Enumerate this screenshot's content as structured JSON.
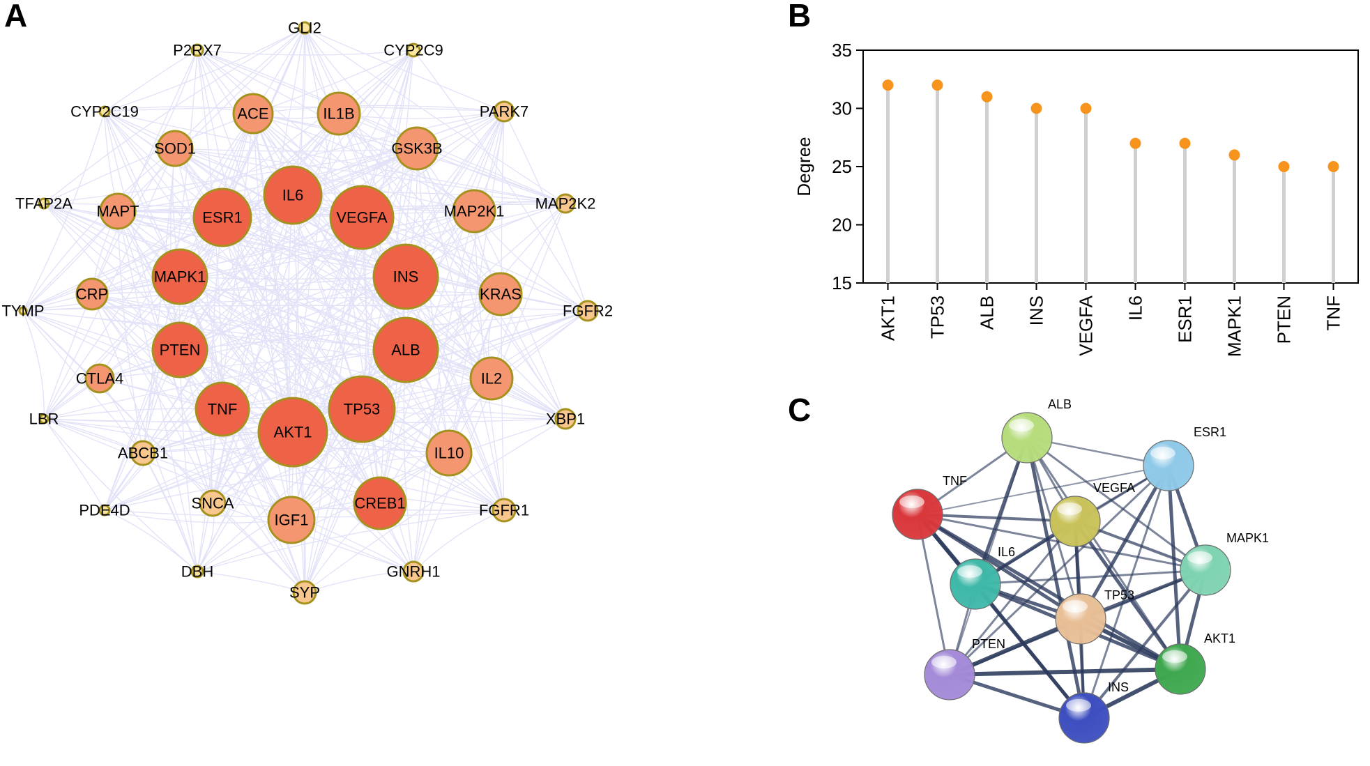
{
  "panels": {
    "a": "A",
    "b": "B",
    "c": "C"
  },
  "colors": {
    "edge": "#c9c9f3",
    "node_stroke": "#a5921e",
    "node_large": "#ee6347",
    "node_mid": "#f49670",
    "node_small": "#f8c78e",
    "node_tiny": "#fbe6a0",
    "lollipop_dot": "#f7941d",
    "lollipop_stem": "#d0d0d0",
    "string_edge": "#2c3a5c"
  },
  "network": {
    "nodes": [
      {
        "id": "GLI2",
        "label": "GLI2"
      },
      {
        "id": "P2RX7",
        "label": "P2RX7"
      },
      {
        "id": "CYP2C9",
        "label": "CYP2C9"
      },
      {
        "id": "CYP2C19",
        "label": "CYP2C19"
      },
      {
        "id": "PARK7",
        "label": "PARK7"
      },
      {
        "id": "ACE",
        "label": "ACE"
      },
      {
        "id": "IL1B",
        "label": "IL1B"
      },
      {
        "id": "SOD1",
        "label": "SOD1"
      },
      {
        "id": "GSK3B",
        "label": "GSK3B"
      },
      {
        "id": "TFAP2A",
        "label": "TFAP2A"
      },
      {
        "id": "MAPT",
        "label": "MAPT"
      },
      {
        "id": "IL6",
        "label": "IL6"
      },
      {
        "id": "ESR1",
        "label": "ESR1"
      },
      {
        "id": "VEGFA",
        "label": "VEGFA"
      },
      {
        "id": "MAP2K1",
        "label": "MAP2K1"
      },
      {
        "id": "MAP2K2",
        "label": "MAP2K2"
      },
      {
        "id": "MAPK1",
        "label": "MAPK1"
      },
      {
        "id": "INS",
        "label": "INS"
      },
      {
        "id": "CRP",
        "label": "CRP"
      },
      {
        "id": "KRAS",
        "label": "KRAS"
      },
      {
        "id": "TYMP",
        "label": "TYMP"
      },
      {
        "id": "FGFR2",
        "label": "FGFR2"
      },
      {
        "id": "PTEN",
        "label": "PTEN"
      },
      {
        "id": "ALB",
        "label": "ALB"
      },
      {
        "id": "CTLA4",
        "label": "CTLA4"
      },
      {
        "id": "IL2",
        "label": "IL2"
      },
      {
        "id": "TNF",
        "label": "TNF"
      },
      {
        "id": "TP53",
        "label": "TP53"
      },
      {
        "id": "LBR",
        "label": "LBR"
      },
      {
        "id": "XBP1",
        "label": "XBP1"
      },
      {
        "id": "AKT1",
        "label": "AKT1"
      },
      {
        "id": "ABCB1",
        "label": "ABCB1"
      },
      {
        "id": "IL10",
        "label": "IL10"
      },
      {
        "id": "PDE4D",
        "label": "PDE4D"
      },
      {
        "id": "SNCA",
        "label": "SNCA"
      },
      {
        "id": "CREB1",
        "label": "CREB1"
      },
      {
        "id": "IGF1",
        "label": "IGF1"
      },
      {
        "id": "FGFR1",
        "label": "FGFR1"
      },
      {
        "id": "DBH",
        "label": "DBH"
      },
      {
        "id": "GNRH1",
        "label": "GNRH1"
      },
      {
        "id": "SYP",
        "label": "SYP"
      }
    ]
  },
  "chart_data": [
    {
      "type": "scatter",
      "subtype": "lollipop",
      "categories": [
        "AKT1",
        "TP53",
        "ALB",
        "INS",
        "VEGFA",
        "IL6",
        "ESR1",
        "MAPK1",
        "PTEN",
        "TNF"
      ],
      "values": [
        32,
        32,
        31,
        30,
        30,
        27,
        27,
        26,
        25,
        25
      ],
      "xlabel": "",
      "ylabel": "Degree",
      "ylim": [
        15,
        35
      ],
      "yticks": [
        15,
        20,
        25,
        30,
        35
      ],
      "grid": false
    }
  ],
  "string_network": {
    "nodes": [
      {
        "id": "ALB",
        "label": "ALB",
        "color": "#b6dc7c"
      },
      {
        "id": "ESR1",
        "label": "ESR1",
        "color": "#8ec9e8"
      },
      {
        "id": "TNF",
        "label": "TNF",
        "color": "#d9383b"
      },
      {
        "id": "VEGFA",
        "label": "VEGFA",
        "color": "#c9c25a"
      },
      {
        "id": "MAPK1",
        "label": "MAPK1",
        "color": "#7fd3b0"
      },
      {
        "id": "IL6",
        "label": "IL6",
        "color": "#3fb8a8"
      },
      {
        "id": "TP53",
        "label": "TP53",
        "color": "#e8bf96"
      },
      {
        "id": "AKT1",
        "label": "AKT1",
        "color": "#3fa84f"
      },
      {
        "id": "PTEN",
        "label": "PTEN",
        "color": "#a48ad8"
      },
      {
        "id": "INS",
        "label": "INS",
        "color": "#3d4fbf"
      }
    ]
  }
}
